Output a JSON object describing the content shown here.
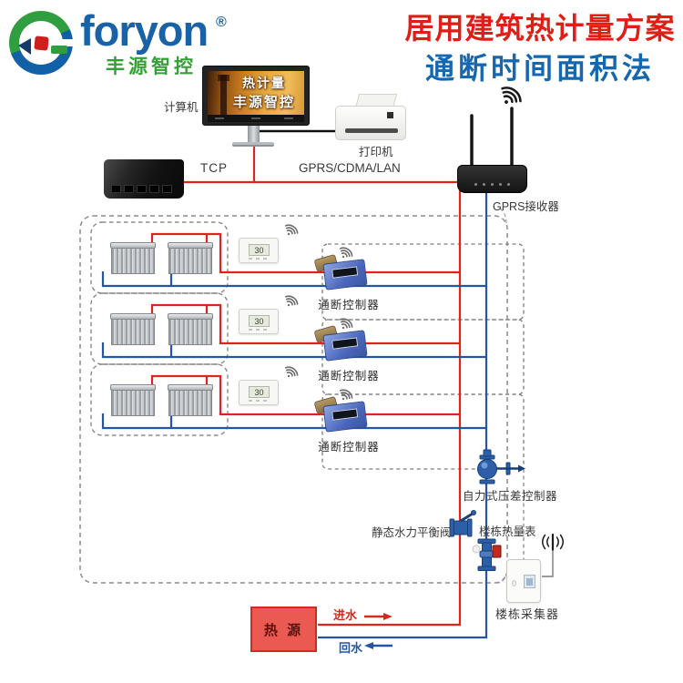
{
  "brand": {
    "name": "foryon",
    "registered_mark": "®",
    "subtitle": "丰源智控"
  },
  "title": {
    "line1": "居用建筑热计量方案",
    "line2": "通断时间面积法"
  },
  "monitor": {
    "label": "计算机",
    "screen_line1": "热计量",
    "screen_line2": "丰源智控"
  },
  "network": {
    "printer_label": "打印机",
    "tcp_label": "TCP",
    "link_label": "GPRS/CDMA/LAN",
    "receiver_label": "GPRS接收器"
  },
  "floors": [
    {
      "thermostat_value": "30",
      "controller_label": "通断控制器"
    },
    {
      "thermostat_value": "30",
      "controller_label": "通断控制器"
    },
    {
      "thermostat_value": "30",
      "controller_label": "通断控制器"
    }
  ],
  "plant": {
    "pressure_controller_label": "自力式压差控制器",
    "balance_valve_label": "静态水力平衡阀",
    "heat_meter_label": "楼栋热量表",
    "collector_label": "楼栋采集器",
    "heat_source_label": "热 源",
    "supply_label": "进水",
    "return_label": "回水"
  },
  "colors": {
    "supply_pipe": "#e0241d",
    "return_pipe": "#2356a8",
    "brand_blue": "#1863a8",
    "brand_green": "#33a136",
    "title_red": "#df1f16",
    "title_blue": "#1568b0"
  },
  "icons": [
    "wifi-icon",
    "antenna-icon",
    "pump-icon",
    "valve-icon",
    "meter-icon"
  ]
}
